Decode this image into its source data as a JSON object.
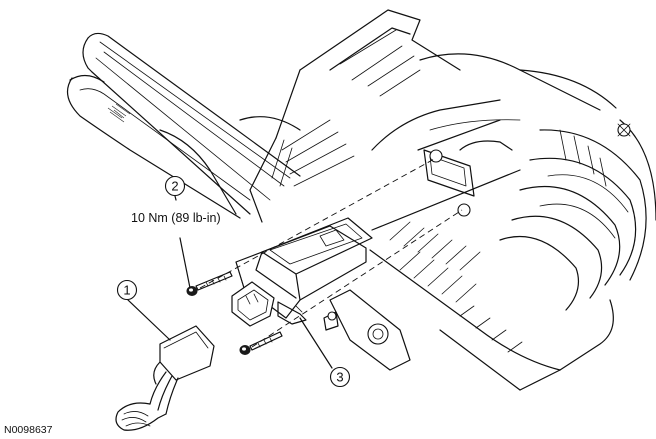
{
  "figure_id": "N0098637",
  "callouts": [
    {
      "number": "1"
    },
    {
      "number": "2",
      "spec": "10 Nm (89 lb-in)"
    },
    {
      "number": "3"
    }
  ]
}
